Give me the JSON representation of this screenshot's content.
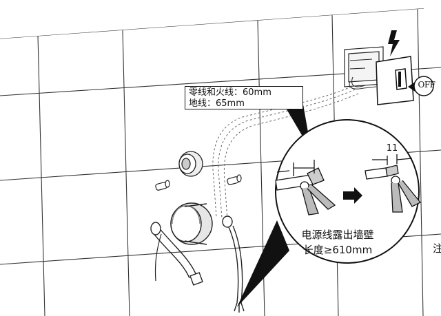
{
  "callout": {
    "line1": "零线和火线：60mm",
    "line2": "地线：65mm"
  },
  "zoom_detail": {
    "strip_dimension": "11",
    "arrow_icon": "right-arrow"
  },
  "exposure_note": {
    "line1": "电源线露出墙壁",
    "line2": "长度≥610mm"
  },
  "switch": {
    "state_label": "OFF",
    "power_icon": "lightning-bolt"
  },
  "edge_text": "注"
}
